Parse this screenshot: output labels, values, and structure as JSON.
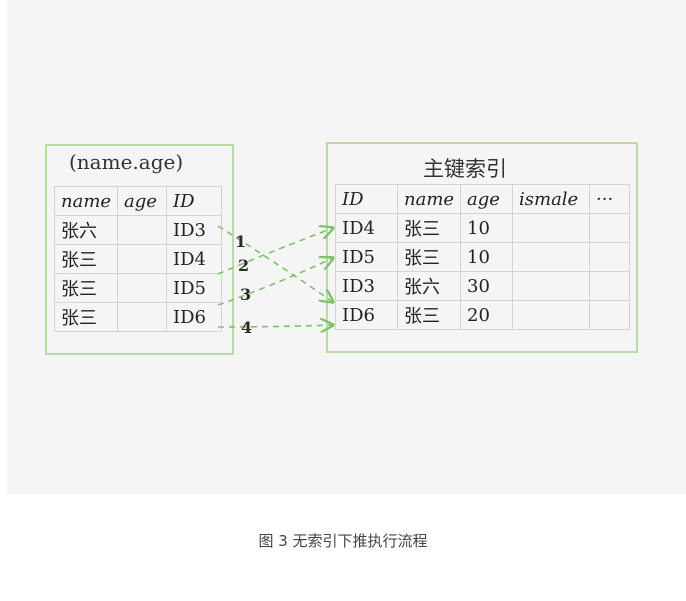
{
  "left_index": {
    "title": "(name.age)",
    "columns": [
      "name",
      "age",
      "ID"
    ],
    "rows": [
      [
        "张六",
        "",
        "ID3"
      ],
      [
        "张三",
        "",
        "ID4"
      ],
      [
        "张三",
        "",
        "ID5"
      ],
      [
        "张三",
        "",
        "ID6"
      ]
    ]
  },
  "primary_index": {
    "title": "主键索引",
    "columns": [
      "ID",
      "name",
      "age",
      "ismale",
      "···"
    ],
    "rows": [
      [
        "ID4",
        "张三",
        "10",
        "",
        ""
      ],
      [
        "ID5",
        "张三",
        "10",
        "",
        ""
      ],
      [
        "ID3",
        "张六",
        "30",
        "",
        ""
      ],
      [
        "ID6",
        "张三",
        "20",
        "",
        ""
      ]
    ]
  },
  "arrow_labels": [
    "1",
    "2",
    "3",
    "4"
  ],
  "colors": {
    "box_border": "#b9dba5",
    "arrow": "#7cc36a",
    "background": "#f5f5f5"
  },
  "caption": "图 3 无索引下推执行流程"
}
